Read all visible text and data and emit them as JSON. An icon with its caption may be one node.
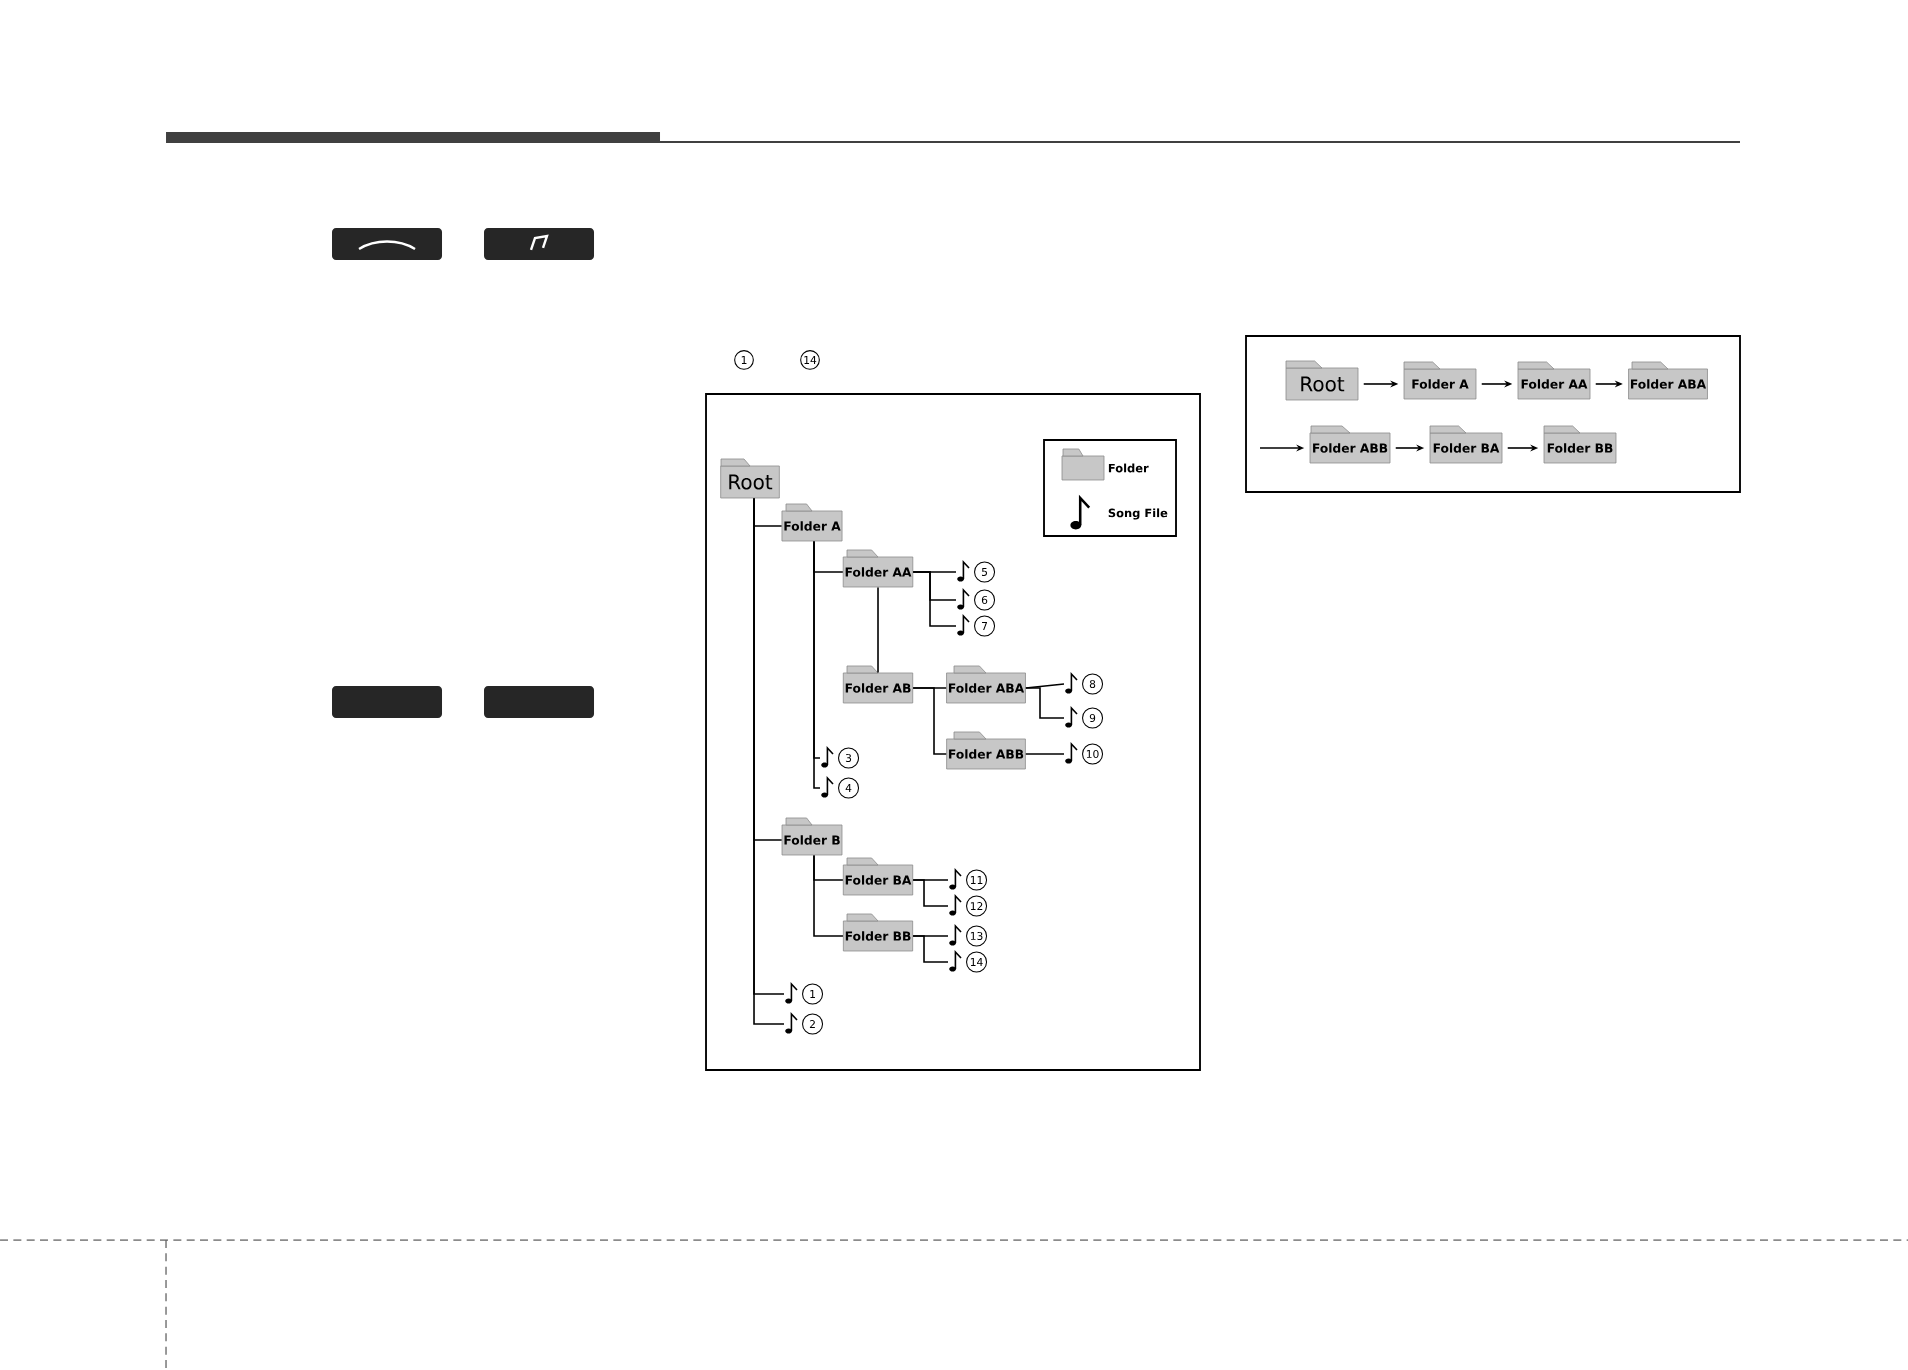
{
  "diagram": {
    "nodes": [
      {
        "text": [
          "Root"
        ]
      },
      {
        "text": [
          "Folder A"
        ]
      },
      {
        "text": [
          "Folder AA"
        ]
      },
      {
        "text": [
          "5"
        ]
      },
      {
        "text": [
          "6"
        ]
      },
      {
        "text": [
          "7"
        ]
      },
      {
        "text": [
          "Folder AB"
        ]
      },
      {
        "text": [
          "Folder ABA"
        ]
      },
      {
        "text": [
          "8"
        ]
      },
      {
        "text": [
          "9"
        ]
      },
      {
        "text": [
          "Folder ABB"
        ]
      },
      {
        "text": [
          "10"
        ]
      },
      {
        "text": [
          "3"
        ]
      },
      {
        "text": [
          "4"
        ]
      },
      {
        "text": [
          "Folder B"
        ]
      },
      {
        "text": [
          "Folder BA"
        ]
      },
      {
        "text": [
          "11"
        ]
      },
      {
        "text": [
          "12"
        ]
      },
      {
        "text": [
          "Folder BB"
        ]
      },
      {
        "text": [
          "13"
        ]
      },
      {
        "text": [
          "14"
        ]
      },
      {
        "text": [
          "1"
        ]
      },
      {
        "text": [
          "2"
        ]
      },
      {
        "text": [
          "Root"
        ]
      },
      {
        "text": [
          "Folder A"
        ]
      },
      {
        "text": [
          "Folder AA"
        ]
      },
      {
        "text": [
          "Folder ABA"
        ]
      },
      {
        "text": [
          "Folder ABB"
        ]
      },
      {
        "text": [
          "Folder BA"
        ]
      },
      {
        "text": [
          "Folder BB"
        ]
      }
    ],
    "edges": [
      {
        "from": 0,
        "to": 1,
        "arrow": "none"
      },
      {
        "from": 1,
        "to": 2,
        "arrow": "none"
      },
      {
        "from": 2,
        "to": 3,
        "arrow": "none"
      },
      {
        "from": 2,
        "to": 4,
        "arrow": "none"
      },
      {
        "from": 2,
        "to": 5,
        "arrow": "none"
      },
      {
        "from": 2,
        "to": 6,
        "arrow": "none"
      },
      {
        "from": 6,
        "to": 7,
        "arrow": "none"
      },
      {
        "from": 7,
        "to": 8,
        "arrow": "none"
      },
      {
        "from": 7,
        "to": 9,
        "arrow": "none"
      },
      {
        "from": 6,
        "to": 10,
        "arrow": "none"
      },
      {
        "from": 10,
        "to": 11,
        "arrow": "none"
      },
      {
        "from": 1,
        "to": 12,
        "arrow": "none"
      },
      {
        "from": 1,
        "to": 13,
        "arrow": "none"
      },
      {
        "from": 0,
        "to": 14,
        "arrow": "none"
      },
      {
        "from": 14,
        "to": 15,
        "arrow": "none"
      },
      {
        "from": 15,
        "to": 16,
        "arrow": "none"
      },
      {
        "from": 15,
        "to": 17,
        "arrow": "none"
      },
      {
        "from": 14,
        "to": 18,
        "arrow": "none"
      },
      {
        "from": 18,
        "to": 19,
        "arrow": "none"
      },
      {
        "from": 18,
        "to": 20,
        "arrow": "none"
      },
      {
        "from": 0,
        "to": 21,
        "arrow": "none"
      },
      {
        "from": 0,
        "to": 22,
        "arrow": "none"
      },
      {
        "from": 23,
        "to": 24,
        "arrow": "to"
      },
      {
        "from": 24,
        "to": 25,
        "arrow": "to"
      },
      {
        "from": 25,
        "to": 26,
        "arrow": "to"
      },
      {
        "from": null,
        "to": 27,
        "arrow": "to"
      },
      {
        "from": 27,
        "to": 28,
        "arrow": "to"
      },
      {
        "from": 28,
        "to": 29,
        "arrow": "to"
      }
    ],
    "labels": [
      "1",
      "14"
    ],
    "legend": [
      {
        "text": "Folder"
      },
      {
        "text": "Song File"
      }
    ]
  }
}
